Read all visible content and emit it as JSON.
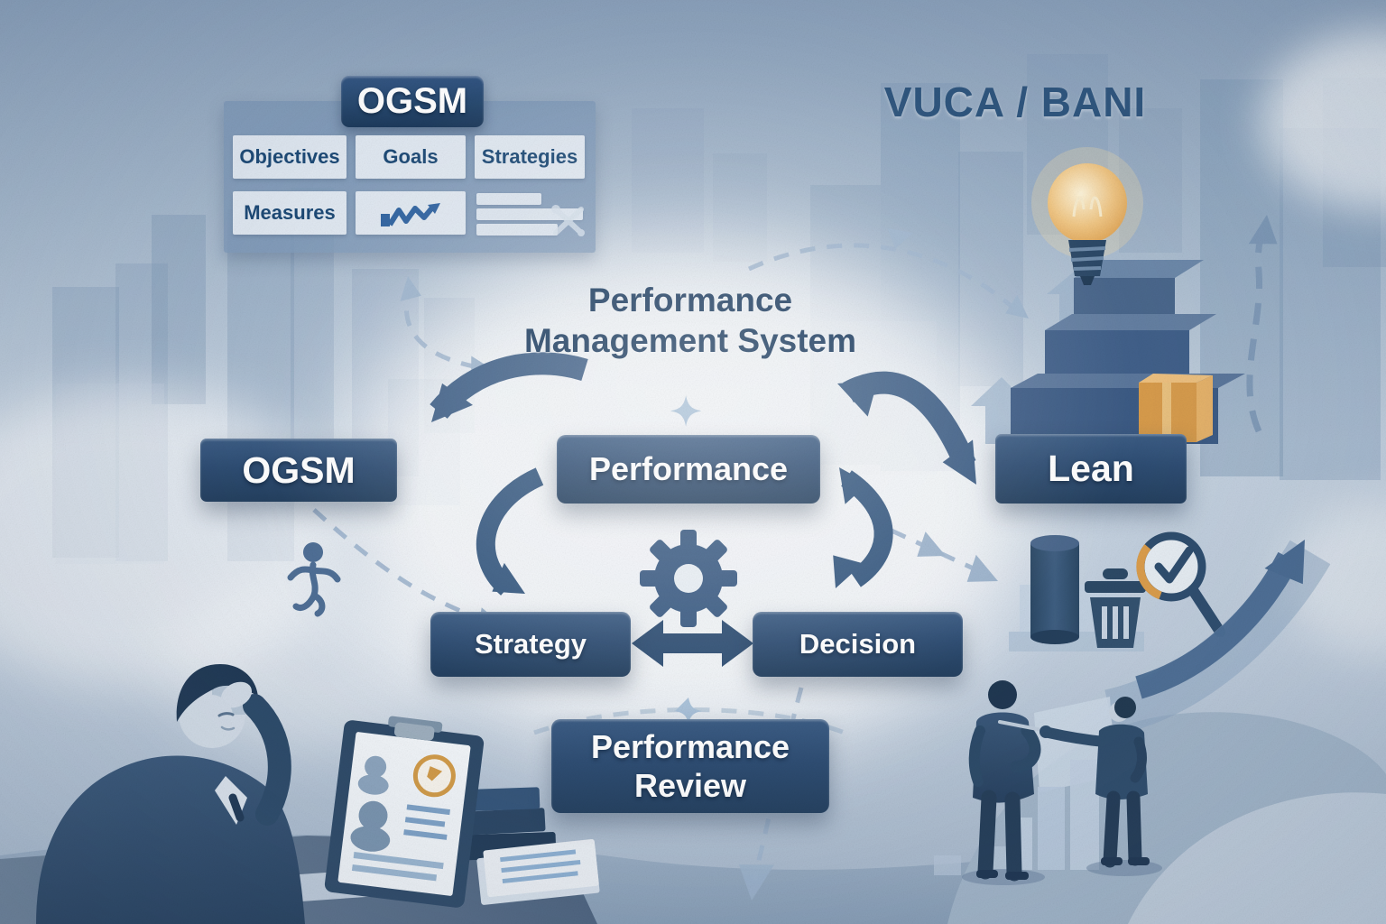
{
  "headings": {
    "vuca_bani": "VUCA / BANI",
    "center_title": "Performance Management System"
  },
  "ogsm_table": {
    "header": "OGSM",
    "cells": [
      "Objectives",
      "Goals",
      "Strategies",
      "Measures"
    ],
    "icon_cells": [
      "trend-line-icon",
      "text-lines-icon",
      "crossed-tools-icon"
    ]
  },
  "flow": {
    "performance": "Performance",
    "strategy": "Strategy",
    "decision": "Decision",
    "review": "Performance Review"
  },
  "frameworks": {
    "left": "OGSM",
    "right": "Lean"
  },
  "colors": {
    "navy_box": "#2e4d73",
    "navy_dark": "#223c5a",
    "text_navy": "#1d3a5e",
    "heading_blue": "#2f567e",
    "accent_orange": "#dd9e4b",
    "dashed_blue": "#9db4cd",
    "panel_blue": "#7d97b6",
    "cell_light": "#e0e8f1"
  },
  "icons": [
    "gear-icon",
    "lightbulb-icon",
    "sparkle-icon",
    "package-box-icon",
    "stick-figure-icon",
    "cylinder-icon",
    "trash-can-icon",
    "magnifier-check-icon",
    "growth-arrow-icon",
    "cycle-arrow-icon",
    "double-arrow-icon",
    "dashed-arrow-icon",
    "trend-line-icon",
    "text-lines-icon",
    "crossed-tools-icon",
    "clipboard-icon",
    "books-icon",
    "paper-grid-icon"
  ]
}
